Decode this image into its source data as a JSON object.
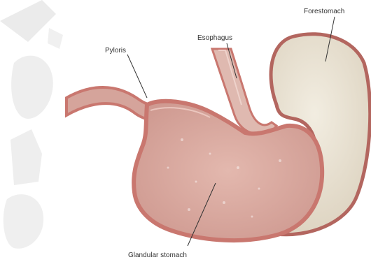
{
  "diagram": {
    "labels": {
      "forestomach": "Forestomach",
      "esophagus": "Esophagus",
      "pyloris": "Pyloris",
      "glandular": "Glandular stomach"
    }
  },
  "colors": {
    "wall": "#c9776f",
    "wall_dark": "#9c4f4c",
    "lining": "#e2b0a6",
    "glandular_fill": "#d9aca3",
    "forestomach_fill": "#ece5d6",
    "watermark": "#c7c7c7",
    "leader": "#333333"
  },
  "icons": {
    "watermark": "crest-watermark-icon"
  }
}
